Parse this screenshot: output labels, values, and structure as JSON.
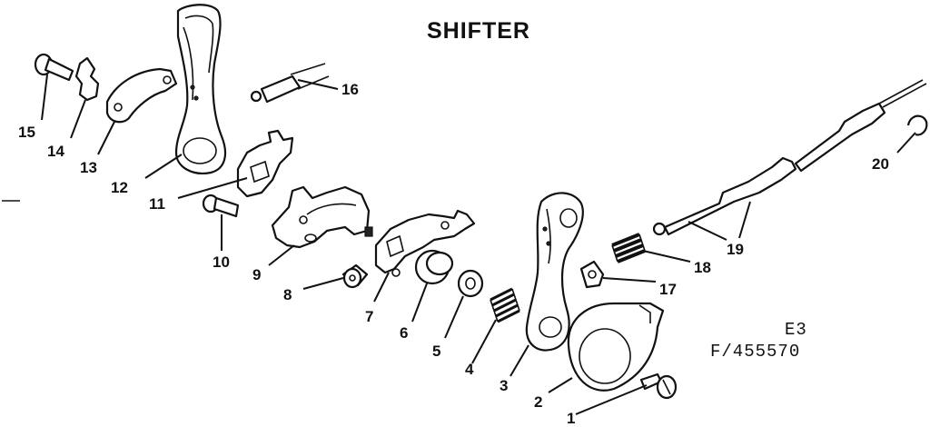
{
  "title": "SHIFTER",
  "catalog_code_line1": "E3",
  "catalog_code_line2": "F/455570",
  "callouts": [
    "1",
    "2",
    "3",
    "4",
    "5",
    "6",
    "7",
    "8",
    "9",
    "10",
    "11",
    "12",
    "13",
    "14",
    "15",
    "16",
    "17",
    "18",
    "19",
    "20"
  ]
}
